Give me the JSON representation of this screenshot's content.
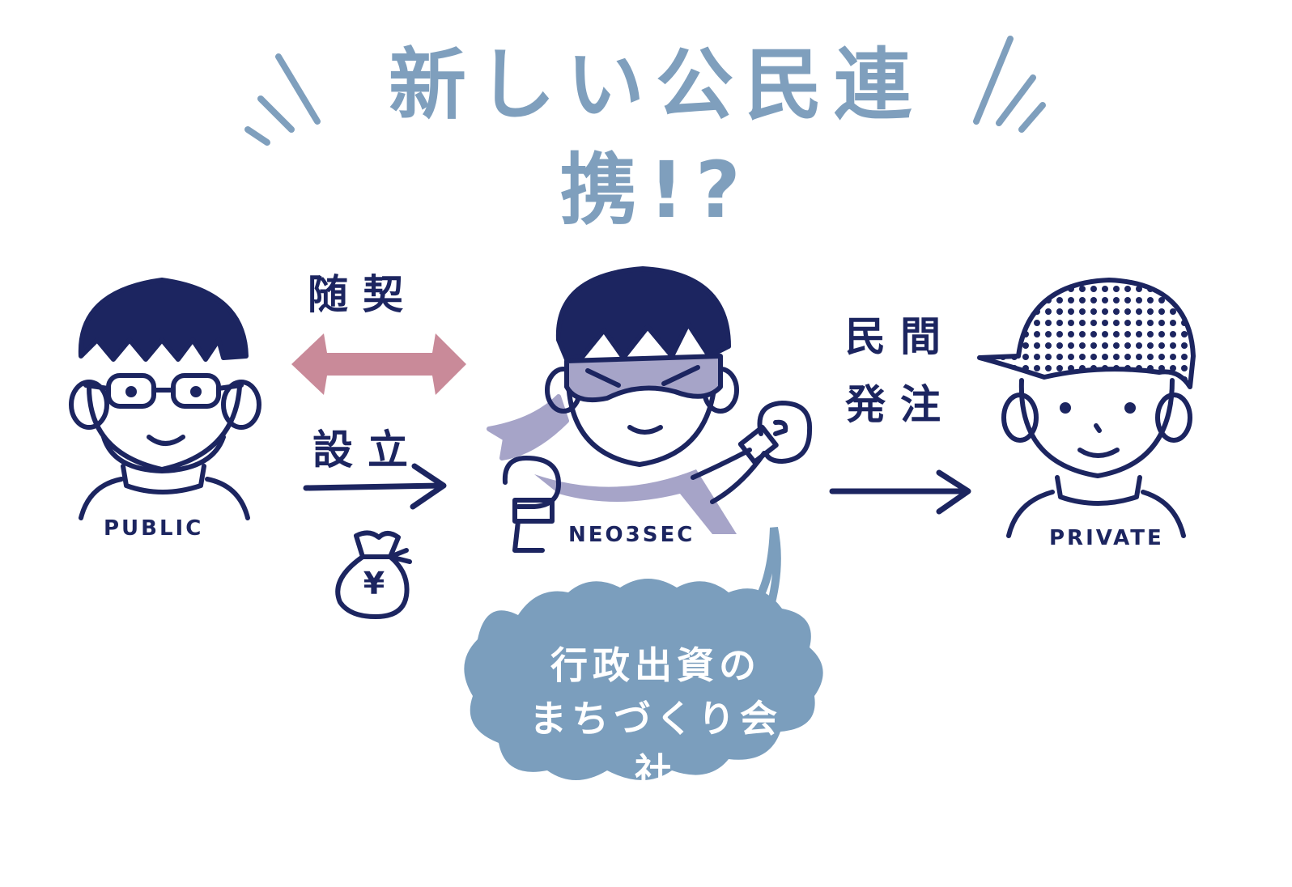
{
  "title": "新しい公民連携!?",
  "relations": {
    "zuikei": "随契",
    "setsuritsu": "設立",
    "minkan_hacchu_1": "民間",
    "minkan_hacchu_2": "発注"
  },
  "characters": {
    "public_label": "PUBLIC",
    "neo3sec_label": "NEO3SEC",
    "private_label": "PRIVATE"
  },
  "money_bag_symbol": "¥",
  "cloud": {
    "line1": "行政出資の",
    "line2": "まちづくり会社"
  },
  "colors": {
    "navy": "#1c2560",
    "title_blue": "#7f9fbd",
    "cloud_blue": "#7b9ebd",
    "pink_arrow": "#c98a99",
    "mask_purple": "#a6a4c8"
  }
}
